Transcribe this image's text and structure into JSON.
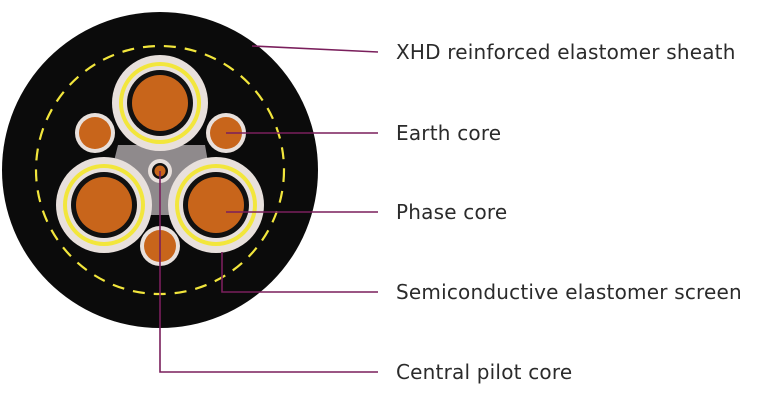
{
  "colors": {
    "sheath": "#0b0b0b",
    "filler": "#8f8a8c",
    "conductor": "#c8651b",
    "conductor_ring": "#e8e0dc",
    "insulation_yellow": "#f2e63c",
    "screen": "#1a1a1a",
    "pilot_dash": "#f2e63c",
    "leader_line": "#7a1f5c",
    "label_text": "#2b2b2b"
  },
  "callouts": [
    {
      "id": "sheath",
      "label": "XHD reinforced elastomer sheath"
    },
    {
      "id": "earth",
      "label": "Earth core"
    },
    {
      "id": "phase",
      "label": "Phase core"
    },
    {
      "id": "screen",
      "label": "Semiconductive elastomer screen"
    },
    {
      "id": "pilot",
      "label": "Central pilot core"
    }
  ]
}
